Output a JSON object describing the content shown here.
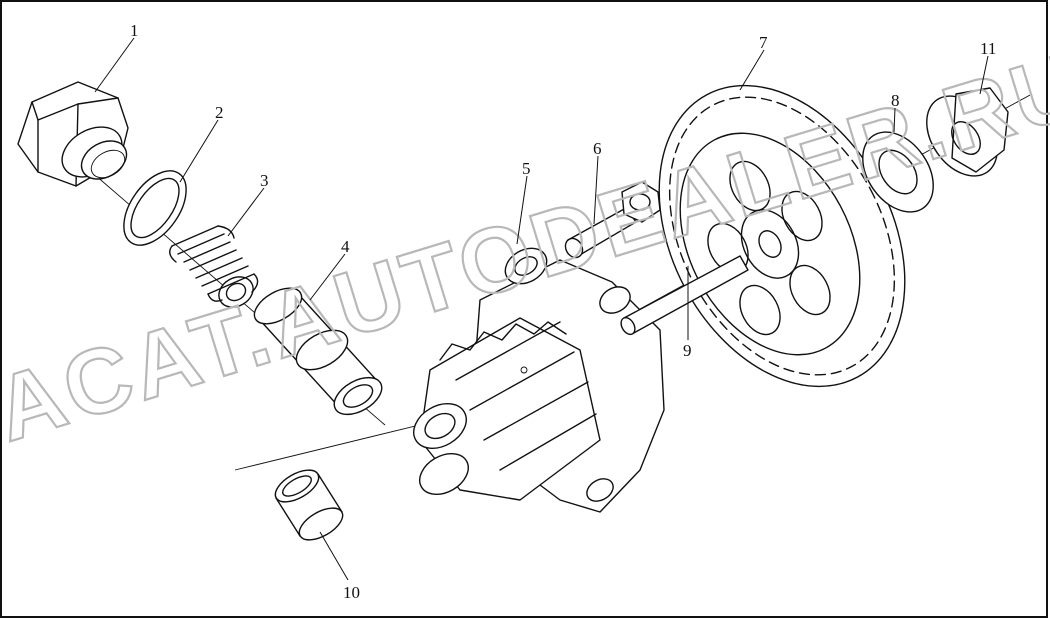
{
  "watermark": "ACAT.AUTODEALER.RU",
  "callouts": [
    {
      "id": "1",
      "label": "1",
      "part": "plug"
    },
    {
      "id": "2",
      "label": "2",
      "part": "washer"
    },
    {
      "id": "3",
      "label": "3",
      "part": "spring"
    },
    {
      "id": "4",
      "label": "4",
      "part": "relief-valve"
    },
    {
      "id": "5",
      "label": "5",
      "part": "pump-body"
    },
    {
      "id": "6",
      "label": "6",
      "part": "bolt"
    },
    {
      "id": "7",
      "label": "7",
      "part": "drive-gear"
    },
    {
      "id": "8",
      "label": "8",
      "part": "washer"
    },
    {
      "id": "9",
      "label": "9",
      "part": "key"
    },
    {
      "id": "10",
      "label": "10",
      "part": "bushing"
    },
    {
      "id": "11",
      "label": "11",
      "part": "nut"
    }
  ]
}
